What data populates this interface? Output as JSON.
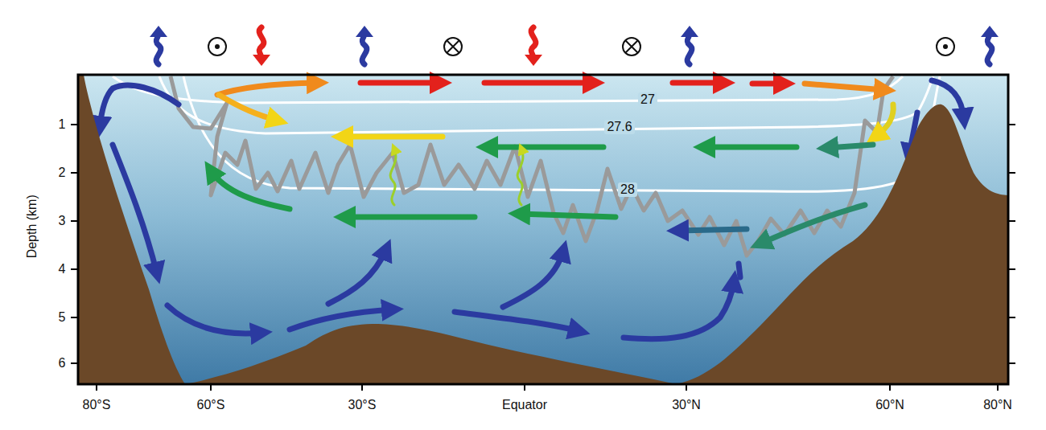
{
  "diagram": {
    "labels": [
      "27",
      "27.6",
      "28",
      "Depth (km)",
      "1",
      "2",
      "3",
      "4",
      "5",
      "6",
      "80°S",
      "60°S",
      "30°S",
      "Equator",
      "30°N",
      "60°N",
      "80°N"
    ]
  }
}
